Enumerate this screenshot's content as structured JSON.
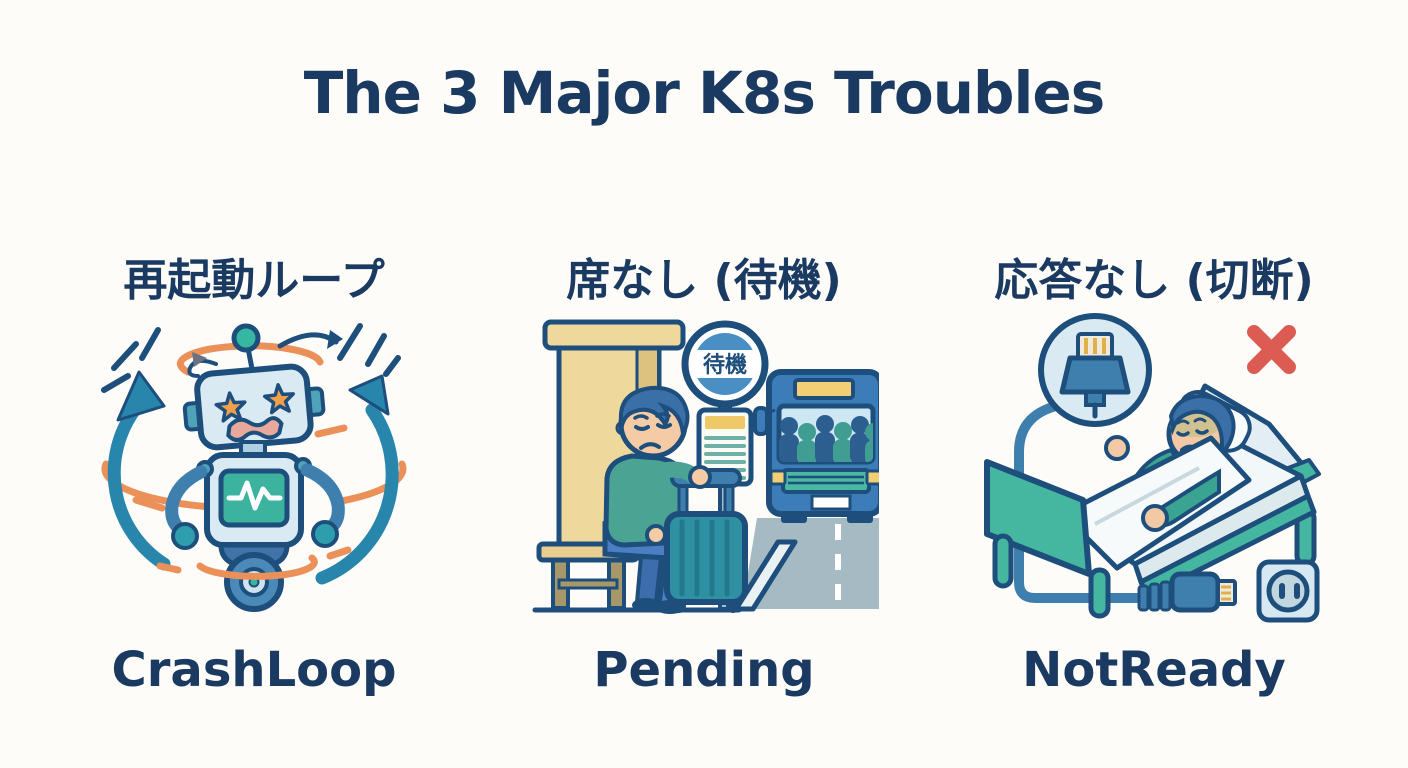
{
  "page": {
    "title": "The 3 Major K8s Troubles",
    "background_color": "#FDFCF9",
    "text_color": "#1B3A62"
  },
  "panels": [
    {
      "heading_jp": "再起動ループ",
      "label": "CrashLoop",
      "illustration": "dizzy-robot-in-restart-loop"
    },
    {
      "heading_jp": "席なし (待機)",
      "label": "Pending",
      "illustration": "man-waiting-at-bus-stop-with-full-bus",
      "bus_stop_sign_text": "待機"
    },
    {
      "heading_jp": "応答なし (切断)",
      "label": "NotReady",
      "illustration": "sick-patient-in-bed-unplugged-cable"
    }
  ],
  "palette": {
    "navy_text": "#1B3A62",
    "outline_navy": "#1D4E7C",
    "teal": "#45B7A0",
    "teal_dark": "#2F8FA3",
    "light_blue": "#D9EAF3",
    "mid_blue": "#3F7FAD",
    "bus_blue": "#3C7CB8",
    "swirl_orange": "#EC9059",
    "star_orange": "#F0A04B",
    "shelter_tan": "#EFD89B",
    "skin": "#F5CBA6",
    "jeans_blue": "#4B7EC2",
    "sweater_teal": "#4BA493",
    "road_gray": "#A6BAC4",
    "red_x": "#DC5B52",
    "pin_gold": "#E0B14B"
  }
}
